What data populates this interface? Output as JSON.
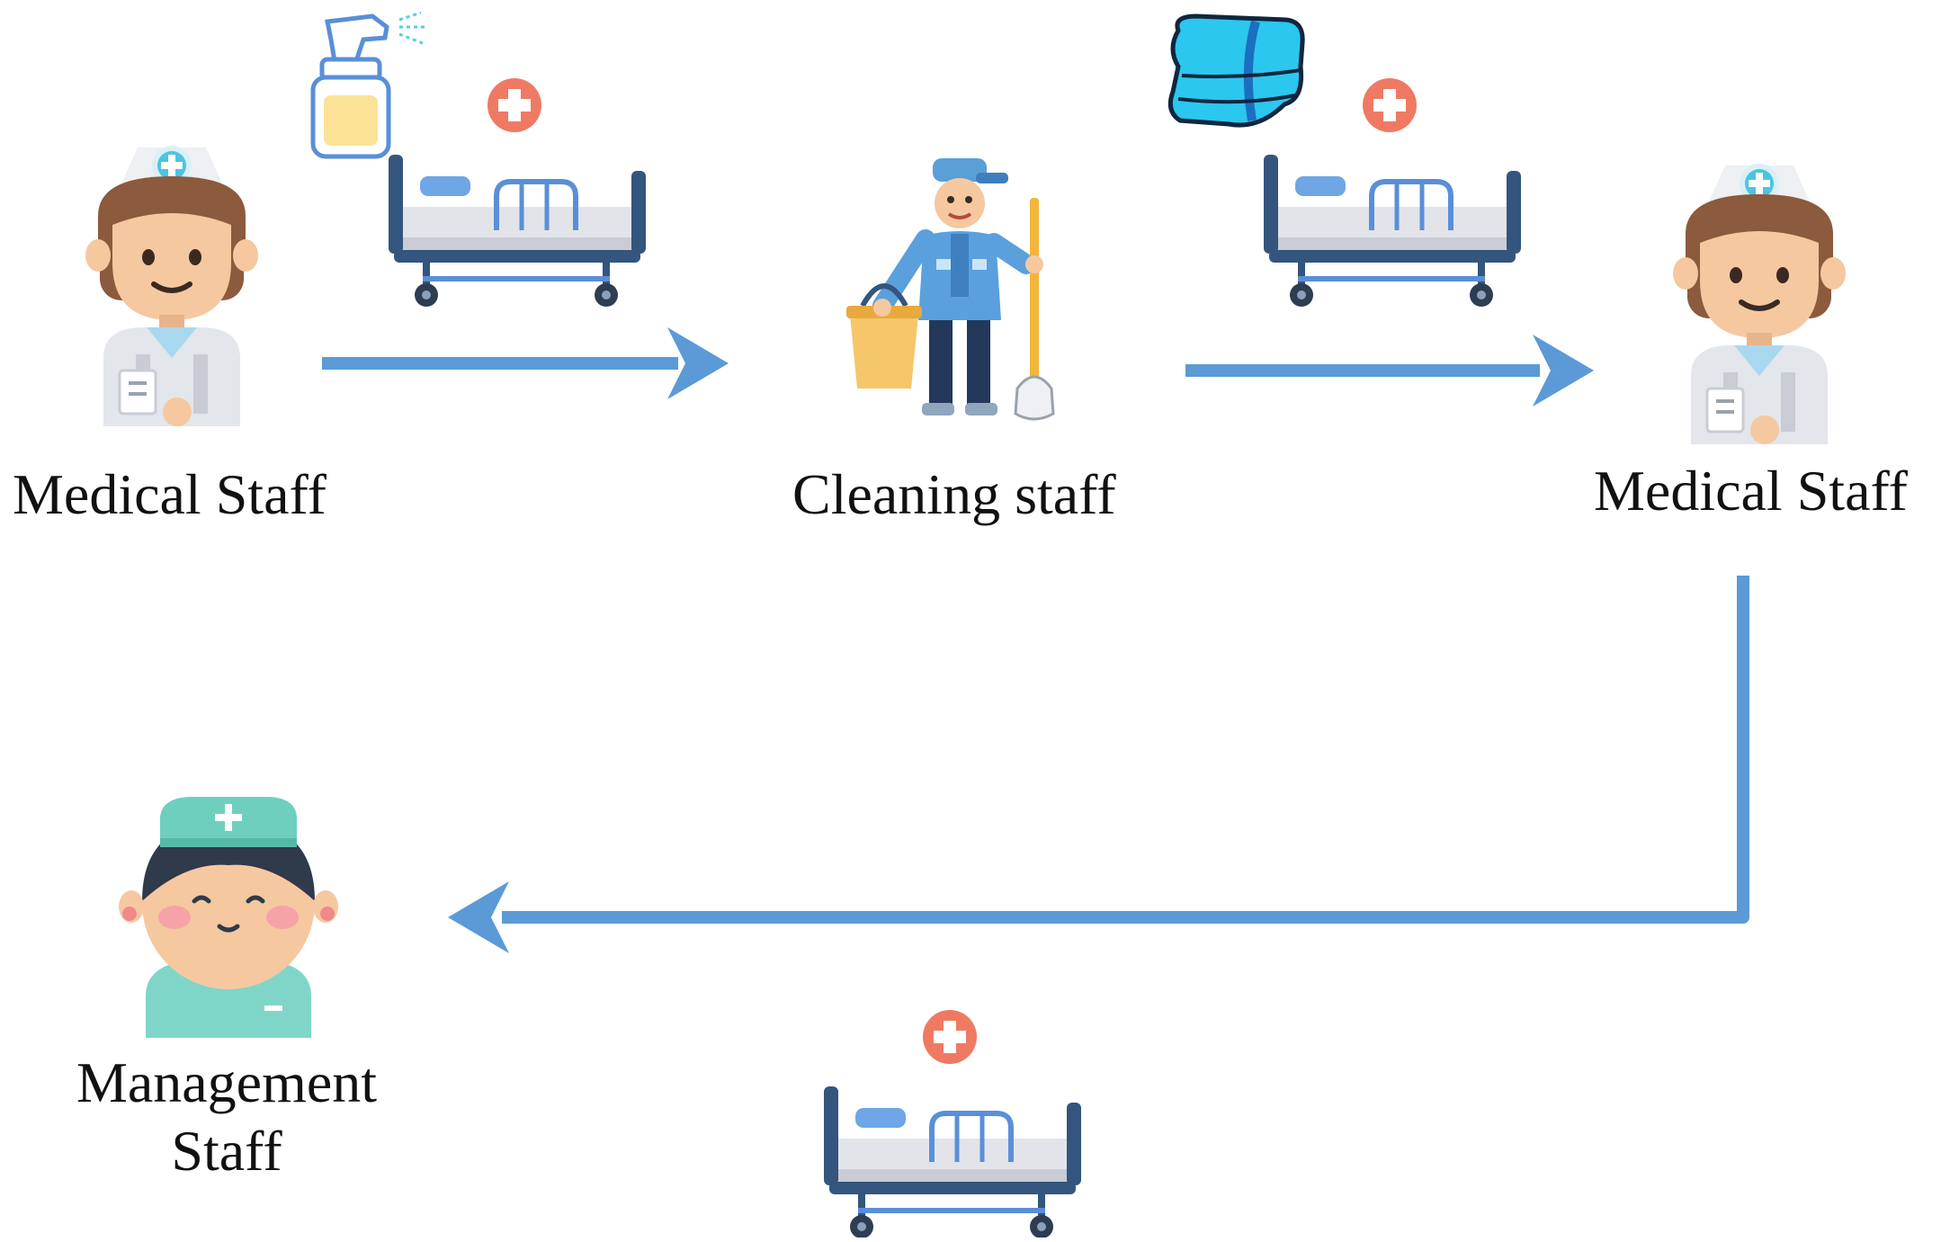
{
  "nodes": {
    "medical_staff_1": {
      "label": "Medical Staff"
    },
    "cleaning_staff": {
      "label": "Cleaning staff"
    },
    "medical_staff_2": {
      "label": "Medical Staff"
    },
    "management_staff": {
      "label_line1": "Management",
      "label_line2": "Staff"
    }
  },
  "icons": {
    "spray": "spray-bottle-icon",
    "bed": "hospital-bed-icon",
    "cross": "medical-cross-icon",
    "nurse": "nurse-icon",
    "cleaner": "cleaner-icon",
    "cover": "bed-cover-icon",
    "manager": "management-nurse-icon"
  },
  "colors": {
    "arrow": "#5b9ad6",
    "bed_frame": "#34557e",
    "bed_rail": "#5a8fd8",
    "mattress": "#e2e4e9",
    "cross": "#ef7a63",
    "hair": "#8c5a3c",
    "skin": "#f5c8a0",
    "teal": "#7fd6c8",
    "cover": "#2bc7ef"
  }
}
